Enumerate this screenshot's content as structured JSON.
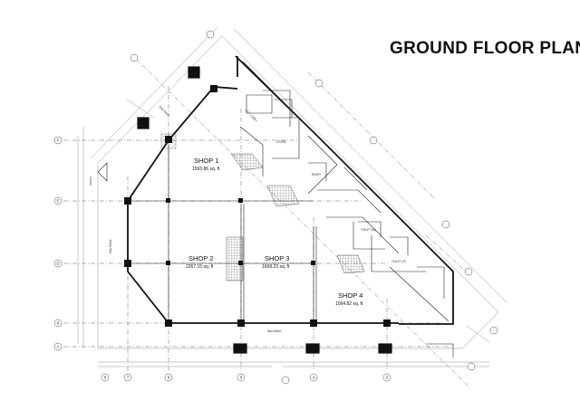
{
  "title": "GROUND FLOOR PLAN",
  "shops": [
    {
      "name": "SHOP 1",
      "area": "1565.86 sq. ft"
    },
    {
      "name": "SHOP 2",
      "area": "2267.15 sq. ft"
    },
    {
      "name": "SHOP 3",
      "area": "1668.23 sq. ft"
    },
    {
      "name": "SHOP 4",
      "area": "1094.82 sq. ft"
    }
  ],
  "grid_bottom": [
    "8",
    "7",
    "6",
    "5",
    "4",
    "3"
  ],
  "grid_left": [
    "F",
    "E",
    "D",
    "B",
    "A"
  ],
  "small_labels": {
    "walkway_bottom": "WALKWAY",
    "walkway_left": "WALKWAY",
    "walkway_top": "WALKWAY",
    "lift_lobby": "LIFT LOBBY",
    "toilet_m": "TOILET (M)",
    "toilet_f": "TOILET (F)",
    "store": "STORE",
    "riser": "RISER"
  }
}
